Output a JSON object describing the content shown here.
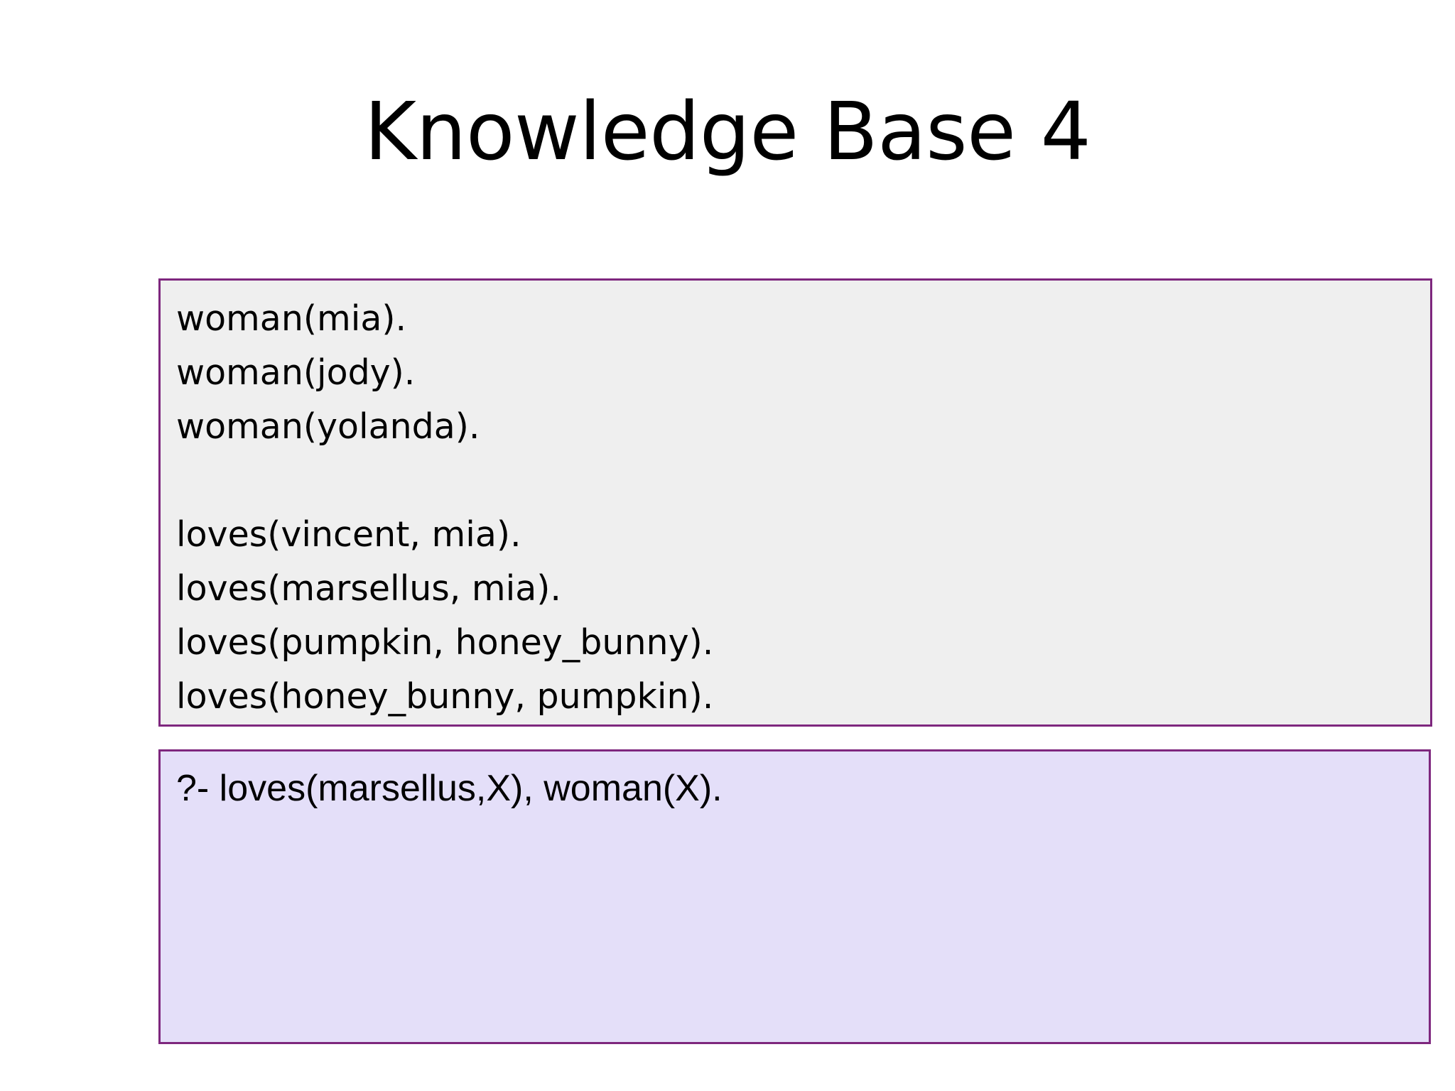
{
  "slide": {
    "title": "Knowledge Base 4",
    "background_color": "#FFFFFF"
  },
  "facts_box": {
    "name": "knowledge-base-facts",
    "background_color": "#EFEFEF",
    "border_color": "#7E277E",
    "lines": [
      "woman(mia).",
      "woman(jody).",
      "woman(yolanda).",
      "",
      "loves(vincent, mia).",
      "loves(marsellus, mia).",
      "loves(pumpkin, honey_bunny).",
      "loves(honey_bunny, pumpkin)."
    ]
  },
  "query_box": {
    "name": "prolog-query",
    "background_color": "#E4DFF9",
    "border_color": "#7E277E",
    "lines": [
      "?- loves(marsellus,X), woman(X)."
    ]
  }
}
